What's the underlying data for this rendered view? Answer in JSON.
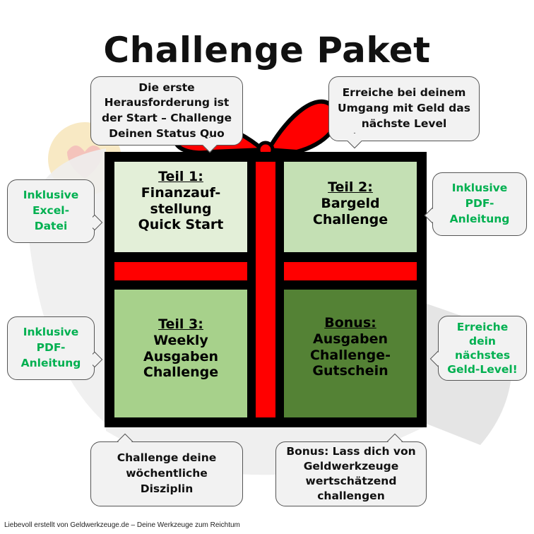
{
  "title": "Challenge Paket",
  "colors": {
    "ribbon": "#ff0000",
    "panel1": "#e3efd8",
    "panel2": "#c4e0b4",
    "panel3": "#a7d18b",
    "panel4": "#548235",
    "green_text": "#00b050"
  },
  "panels": [
    {
      "head": "Teil 1:",
      "lines": [
        "Finanzauf-",
        "stellung",
        "Quick Start"
      ]
    },
    {
      "head": "Teil 2:",
      "lines": [
        "Bargeld",
        "Challenge"
      ]
    },
    {
      "head": "Teil 3:",
      "lines": [
        "Weekly",
        "Ausgaben",
        "Challenge"
      ]
    },
    {
      "head": "Bonus:",
      "lines": [
        "Ausgaben",
        "Challenge-",
        "Gutschein"
      ]
    }
  ],
  "bubbles": {
    "top_left": [
      "Die erste",
      "Herausforderung ist",
      "der Start – Challenge",
      "Deinen Status Quo"
    ],
    "top_right": [
      "Erreiche bei deinem",
      "Umgang mit Geld das",
      "nächste Level"
    ],
    "left_1": [
      "Inklusive",
      "Excel-",
      "Datei"
    ],
    "left_2": [
      "Inklusive",
      "PDF-",
      "Anleitung"
    ],
    "right_1": [
      "Inklusive",
      "PDF-",
      "Anleitung"
    ],
    "right_2": [
      "Erreiche",
      "dein",
      "nächstes",
      "Geld-Level!"
    ],
    "bottom_left": [
      "Challenge deine",
      "wöchentliche",
      "Disziplin"
    ],
    "bottom_right": [
      "Bonus: Lass dich von",
      "Geldwerkzeuge",
      "wertschätzend",
      "challengen"
    ]
  },
  "footer": "Liebevoll erstellt von Geldwerkzeuge.de – Deine Werkzeuge zum Reichtum"
}
